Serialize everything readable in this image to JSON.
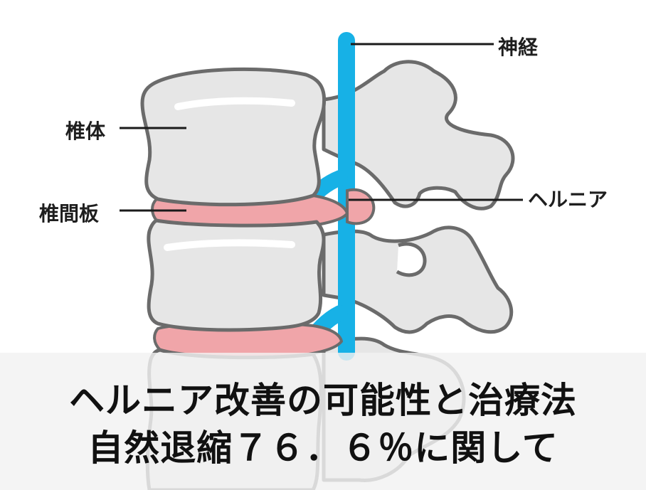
{
  "labels": {
    "nerve": "神経",
    "vertebral_body": "椎体",
    "disc": "椎間板",
    "hernia": "ヘルニア"
  },
  "title": {
    "line1": "ヘルニア改善の可能性と治療法",
    "line2": "自然退縮７６．６％に関して"
  },
  "colors": {
    "bone": "#e6e6e6",
    "outline": "#6b6b6b",
    "disc": "#f0a5a9",
    "nerve": "#17b1e6",
    "leader": "#1a1a1a",
    "banner": "#f2f2f2"
  }
}
